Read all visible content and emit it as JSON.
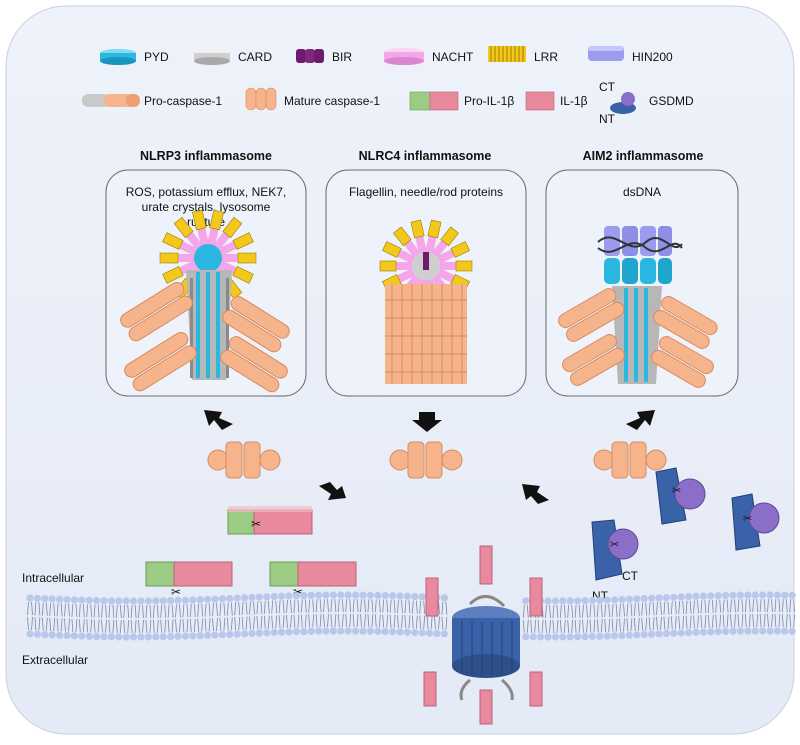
{
  "legend": {
    "pyd": "PYD",
    "card": "CARD",
    "bir": "BIR",
    "nacht": "NACHT",
    "lrr": "LRR",
    "hin200": "HIN200",
    "pro_caspase": "Pro-caspase-1",
    "mature_caspase": "Mature caspase-1",
    "pro_il1b": "Pro-IL-1β",
    "il1b": "IL-1β",
    "gsdmd": "GSDMD",
    "ct": "CT",
    "nt": "NT"
  },
  "panels": [
    {
      "title": "NLRP3 inflammasome",
      "trigger_lines": [
        "ROS, potassium efflux, NEK7,",
        "urate crystals, lysosome",
        "rupture"
      ]
    },
    {
      "title": "NLRC4 inflammasome",
      "trigger_lines": [
        "Flagellin, needle/rod proteins"
      ]
    },
    {
      "title": "AIM2 inflammasome",
      "trigger_lines": [
        "dsDNA"
      ]
    }
  ],
  "gsdmd_labels": {
    "nt": "NT",
    "ct": "CT"
  },
  "membrane": {
    "intracellular": "Intracellular",
    "extracellular": "Extracellular"
  },
  "colors": {
    "pyd": "#2bb8e0",
    "card": "#cfcfcf",
    "bir": "#6e1a6e",
    "nacht": "#f4a6e8",
    "lrr": "#f2c81c",
    "hin200": "#9b9cf0",
    "caspase": "#f6b48c",
    "pro_il1b_green": "#9ccc84",
    "il1b_pink": "#e8899e",
    "gsdmd_nt": "#3a62a8",
    "gsdmd_ct": "#8a6ec8",
    "background": "#e9eef8",
    "membrane_head": "#b9c7ea"
  }
}
